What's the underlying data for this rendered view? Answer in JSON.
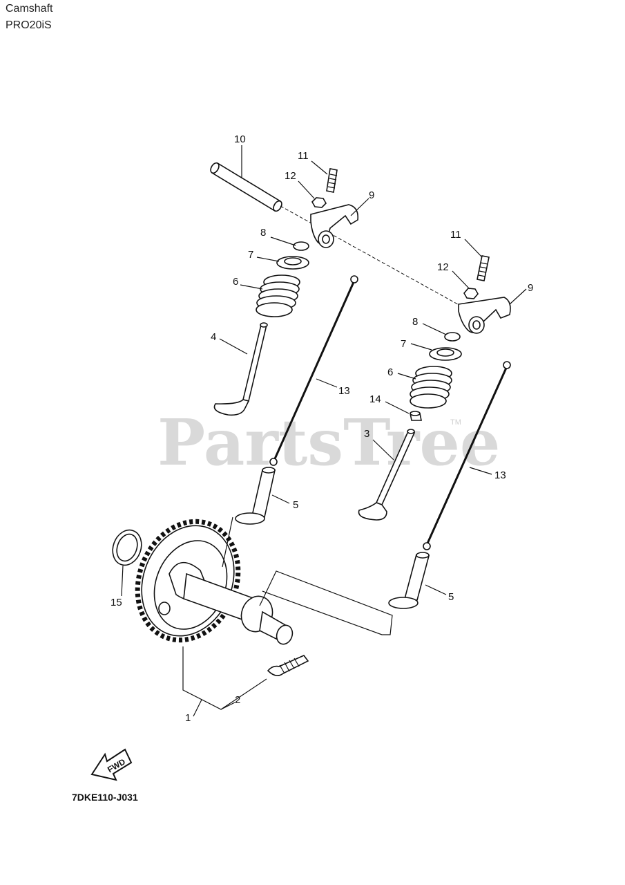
{
  "header": {
    "title": "Camshaft",
    "model": "PRO20iS"
  },
  "watermark": {
    "text": "PartsTree",
    "trademark": "TM"
  },
  "diagram": {
    "code": "7DKE110-J031",
    "fwd_label": "FWD",
    "callouts": [
      "10",
      "11",
      "12",
      "9",
      "8",
      "7",
      "6",
      "4",
      "13",
      "11",
      "12",
      "9",
      "8",
      "7",
      "6",
      "14",
      "3",
      "13",
      "5",
      "5",
      "15",
      "2",
      "1"
    ]
  }
}
